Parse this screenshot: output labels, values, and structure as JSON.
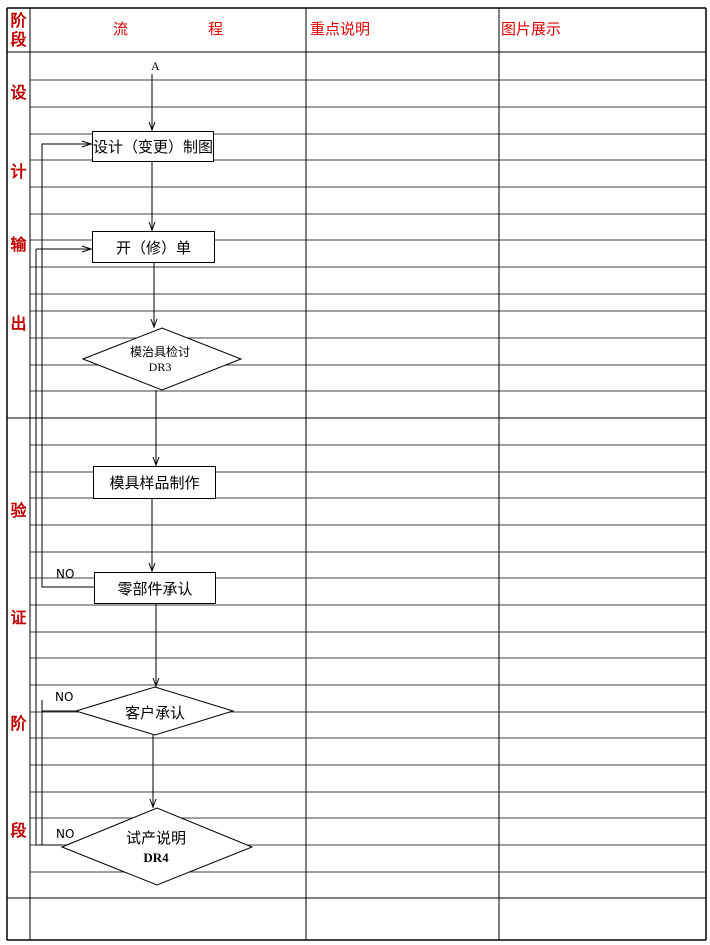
{
  "header": {
    "stage": [
      "阶",
      "段"
    ],
    "flow_left": "流",
    "flow_right": "程",
    "notes": "重点说明",
    "images": "图片展示"
  },
  "stages": [
    "设",
    "计",
    "输",
    "出",
    "验",
    "证",
    "阶",
    "段"
  ],
  "flow": {
    "start_connector": "A",
    "steps": {
      "design_drawing": "设计（变更）制图",
      "work_order": "开（修）单",
      "mold_review": "模治具检讨",
      "mold_review_code": "DR3",
      "mold_sample": "模具样品制作",
      "parts_approval": "零部件承认",
      "customer_approval": "客户承认",
      "trial_production": "试产说明",
      "trial_production_code": "DR4"
    },
    "no_labels": [
      "NO",
      "NO",
      "NO"
    ]
  },
  "colors": {
    "header_text": "#e00000",
    "stage_text": "#c00000",
    "grid_line": "#000000"
  }
}
